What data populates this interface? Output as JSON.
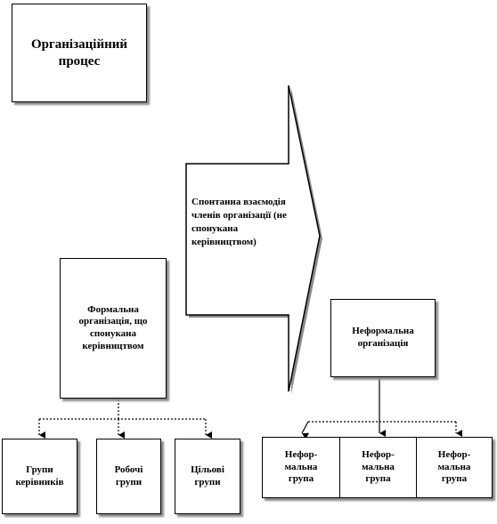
{
  "title_box": {
    "text": "Організаційний процес"
  },
  "arrow": {
    "text": "Спонтанна взаємодія членів організації (не спонукана керівництвом)"
  },
  "formal": {
    "title": "Формальна організація, що спонукана керівництвом",
    "groups": [
      {
        "label": "Групи керівників"
      },
      {
        "label": "Робочі групи"
      },
      {
        "label": "Цільові групи"
      }
    ]
  },
  "informal": {
    "title": "Неформальна організація",
    "groups": [
      {
        "label": "Нефор-мальна група"
      },
      {
        "label": "Нефор-мальна група"
      },
      {
        "label": "Нефор-мальна група"
      }
    ]
  }
}
